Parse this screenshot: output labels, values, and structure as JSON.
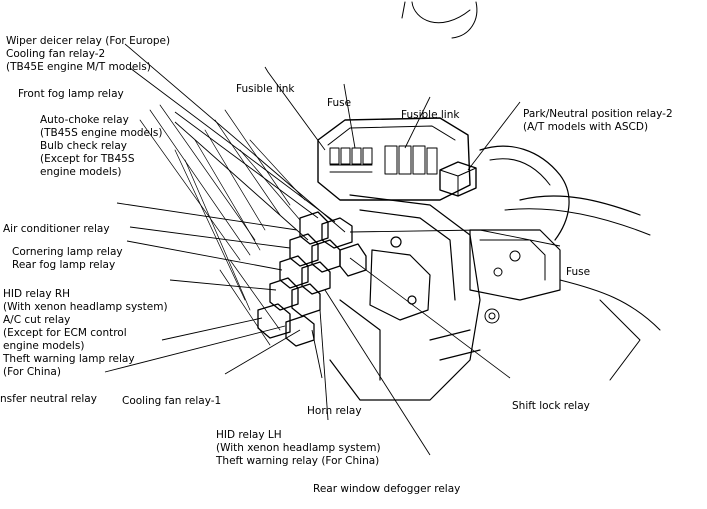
{
  "labels": {
    "wiper_cooling": [
      "Wiper deicer relay (For Europe)",
      "Cooling fan relay-2",
      "(TB45E engine M/T models)"
    ],
    "front_fog": [
      "Front fog lamp relay"
    ],
    "auto_choke": [
      "Auto-choke relay",
      "(TB45S engine models)",
      "Bulb check relay",
      "(Except for TB45S",
      "engine models)"
    ],
    "fusible_link_1": [
      "Fusible link"
    ],
    "fuse_top": [
      "Fuse"
    ],
    "fusible_link_2": [
      "Fusible link"
    ],
    "park_neutral": [
      "Park/Neutral position relay-2",
      "(A/T models with ASCD)"
    ],
    "air_conditioner": [
      "Air conditioner relay"
    ],
    "cornering": [
      "Cornering lamp relay",
      "Rear fog lamp relay"
    ],
    "hid_rh": [
      "HID relay RH",
      "(With xenon headlamp system)",
      "A/C cut relay",
      "(Except for ECM control",
      "engine models)",
      "Theft warning lamp relay",
      "(For China)"
    ],
    "transfer_neutral": [
      "nsfer neutral relay"
    ],
    "cooling_fan_1": [
      "Cooling fan relay-1"
    ],
    "fuse_right": [
      "Fuse"
    ],
    "shift_lock": [
      "Shift lock relay"
    ],
    "horn": [
      "Horn relay"
    ],
    "hid_lh": [
      "HID relay LH",
      "(With xenon headlamp system)",
      "Theft warning relay (For China)"
    ],
    "rear_defogger": [
      "Rear window defogger relay"
    ]
  }
}
